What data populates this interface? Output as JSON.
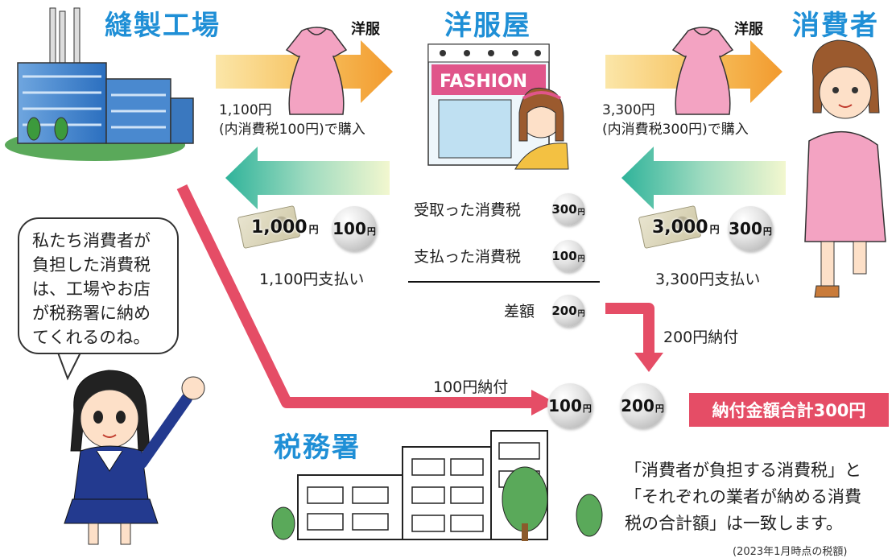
{
  "titles": {
    "factory": "縫製工場",
    "shop": "洋服屋",
    "consumer": "消費者",
    "tax_office": "税務署"
  },
  "goods": {
    "left_label": "洋服",
    "right_label": "洋服"
  },
  "purchase": {
    "shop_buy_line1": "1,100円",
    "shop_buy_line2": "(内消費税100円)で購入",
    "consumer_buy_line1": "3,300円",
    "consumer_buy_line2": "(内消費税300円)で購入"
  },
  "payment_left": {
    "bill_amount": "1,000",
    "coin_amount": "100",
    "unit": "円",
    "caption": "1,100円支払い"
  },
  "payment_right": {
    "bill_amount": "3,000",
    "coin_amount": "300",
    "unit": "円",
    "caption": "3,300円支払い"
  },
  "calculation": {
    "received_label": "受取った消費税",
    "received_value": "300",
    "paid_label": "支払った消費税",
    "paid_value": "100",
    "diff_label": "差額",
    "diff_value": "200",
    "unit": "円"
  },
  "flows": {
    "factory_payment": "100円納付",
    "shop_payment": "200円納付"
  },
  "tax_office_coins": [
    "100",
    "200"
  ],
  "total_badge": "納付金額合計300円",
  "speech_bubble": [
    "私たち消費者が",
    "負担した消費税",
    "は、工場やお店",
    "が税務署に納め",
    "てくれるのね。"
  ],
  "note": [
    "「消費者が負担する消費税」と",
    "「それぞれの業者が納める消費",
    "税の合計額」は一致します。"
  ],
  "footnote": "(2023年1月時点の税額)",
  "colors": {
    "title_blue": "#1f8fd6",
    "flow_orange": "#f3a43a",
    "flow_green": "#2fb39a",
    "tax_line_red": "#e54d66",
    "dress_pink": "#f3a3c2"
  }
}
